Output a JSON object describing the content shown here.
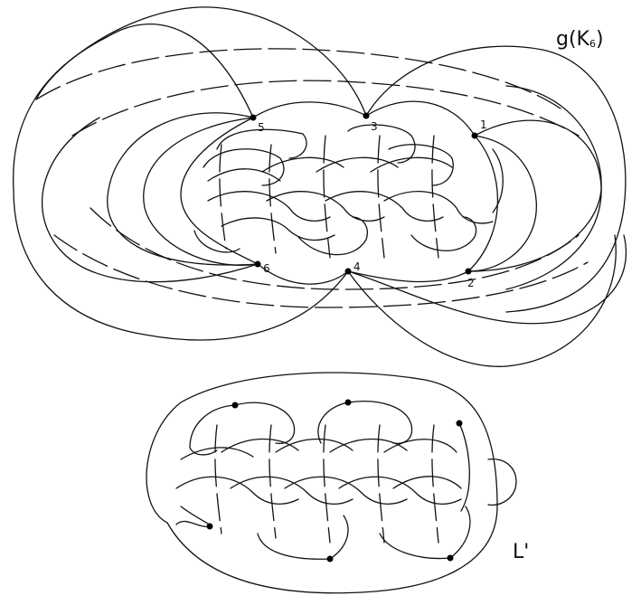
{
  "graph_title": "g(K",
  "graph_subscript": "6",
  "graph_title_close": ")",
  "vertex_labels": [
    "1",
    "2",
    "3",
    "4",
    "5",
    "6"
  ],
  "link_label": "L'",
  "colors": {
    "ink": "#111111",
    "background": "#ffffff"
  }
}
